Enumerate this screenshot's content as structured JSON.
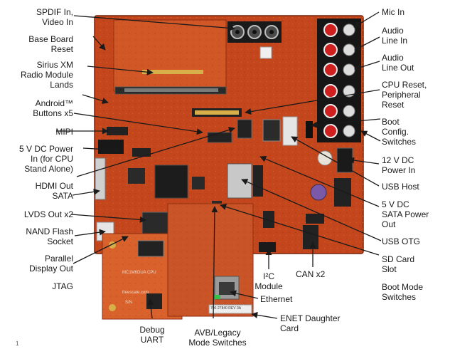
{
  "labels": {
    "spdif": "SPDIF In,\nVideo In",
    "base_reset": "Base Board\nReset",
    "sirius": "Sirius XM\nRadio Module\nLands",
    "android": "Android™\nButtons x5",
    "mipi": "MIPI",
    "dc5": "5 V DC Power\nIn (for CPU\nStand Alone)",
    "hdmi": "HDMI Out\nSATA",
    "lvds": "LVDS Out x2",
    "nand": "NAND Flash\nSocket",
    "parallel": "Parallel\nDisplay Out",
    "jtag": "JTAG",
    "debug": "Debug\nUART",
    "avb": "AVB/Legacy\nMode Switches",
    "i2c": "I²C\nModule",
    "ethernet": "Ethernet",
    "enet": "ENET Daughter\nCard",
    "can": "CAN x2",
    "mic": "Mic In",
    "line_in": "Audio\nLine In",
    "line_out": "Audio\nLine Out",
    "cpu_reset": "CPU Reset,\nPeripheral\nReset",
    "boot_cfg": "Boot\nConfig.\nSwitches",
    "dc12": "12 V DC\nPower In",
    "usb_host": "USB Host",
    "sata_pwr": "5 V DC\nSATA Power\nOut",
    "usb_otg": "USB OTG",
    "sd": "SD Card\nSlot",
    "boot_mode": "Boot Mode\nSwitches"
  },
  "board_text": {
    "part": "MC1M6DUA CPU",
    "brand": "freescale.com",
    "rev": "700-27840 REV 3A",
    "sn": "S/N",
    "footer": "1"
  },
  "colors": {
    "board": "#c4461c",
    "board_dark": "#8e2e10",
    "board_light": "#d9622c",
    "chip": "#1c1c1c",
    "gold": "#d8b04a",
    "silver": "#b9b9b9",
    "arrow": "#1a1a1a"
  }
}
